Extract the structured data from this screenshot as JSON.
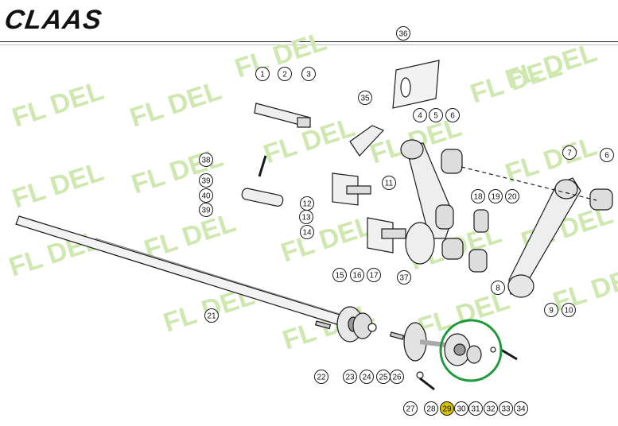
{
  "brand": "CLAAS",
  "watermark": "FL DEL",
  "colors": {
    "watermark": "#cfe8b0",
    "highlight": "#1f9a3a",
    "highlight_fill": "#d6c200",
    "ink": "#1a1a1a"
  },
  "callouts": [
    "1",
    "2",
    "3",
    "4",
    "5",
    "6",
    "7",
    "6",
    "8",
    "9",
    "10",
    "11",
    "12",
    "13",
    "14",
    "15",
    "16",
    "17",
    "18",
    "19",
    "20",
    "21",
    "22",
    "23",
    "24",
    "25",
    "26",
    "27",
    "28",
    "29",
    "30",
    "31",
    "32",
    "33",
    "34",
    "35",
    "36",
    "37",
    "38",
    "39",
    "40",
    "39"
  ],
  "highlighted_part": "29"
}
